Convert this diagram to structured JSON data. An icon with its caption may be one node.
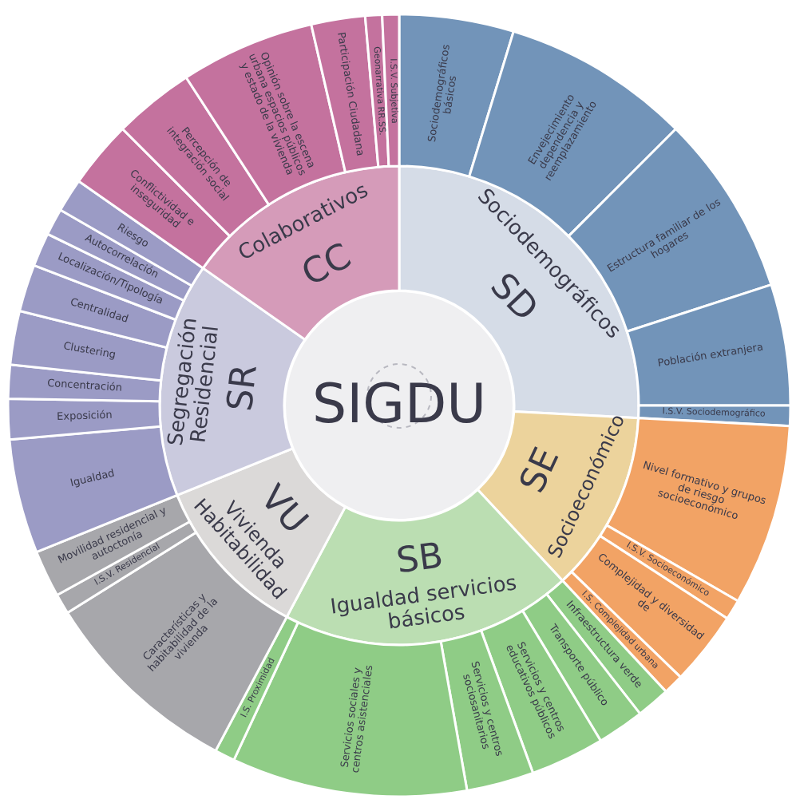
{
  "diagram": {
    "nodes": [
      {
        "text": [
          "SIGDU"
        ]
      },
      {
        "text": [
          "SD",
          "Sociodemográficos"
        ]
      },
      {
        "text": [
          "Sociodemográficos básicos"
        ]
      },
      {
        "text": [
          "Envejecimiento dependencia y reemplazamiento"
        ]
      },
      {
        "text": [
          "Estructura familiar de los hogares"
        ]
      },
      {
        "text": [
          "Población extranjera"
        ]
      },
      {
        "text": [
          "I.S.V. Sociodemográfico"
        ]
      },
      {
        "text": [
          "SE",
          "Socioeconómico"
        ]
      },
      {
        "text": [
          "Nivel formativo y grupos de riesgo socioeconómico"
        ]
      },
      {
        "text": [
          "I.S.V. Socioeconómico"
        ]
      },
      {
        "text": [
          "Complejidad y diversidad de"
        ]
      },
      {
        "text": [
          "I.S. Complejidad urbana"
        ]
      },
      {
        "text": [
          "SB",
          "Igualdad servicios básicos"
        ]
      },
      {
        "text": [
          "Infraestructura verde"
        ]
      },
      {
        "text": [
          "Transporte público"
        ]
      },
      {
        "text": [
          "Servicios y centros educativos públicos"
        ]
      },
      {
        "text": [
          "Servicios y centros sociosanitarios"
        ]
      },
      {
        "text": [
          "Servicios sociales y centros asistenciales"
        ]
      },
      {
        "text": [
          "I.S. Proximidad"
        ]
      },
      {
        "text": [
          "VU",
          "Vivienda Habitabilidad"
        ]
      },
      {
        "text": [
          "Características y habitabilidad de la vivienda"
        ]
      },
      {
        "text": [
          "I.S.V. Residencial"
        ]
      },
      {
        "text": [
          "Movilidad residencial y autoctonía"
        ]
      },
      {
        "text": [
          "SR",
          "Segregación Residencial"
        ]
      },
      {
        "text": [
          "Igualdad"
        ]
      },
      {
        "text": [
          "Exposición"
        ]
      },
      {
        "text": [
          "Concentración"
        ]
      },
      {
        "text": [
          "Clustering"
        ]
      },
      {
        "text": [
          "Centralidad"
        ]
      },
      {
        "text": [
          "Localización/Tipología"
        ]
      },
      {
        "text": [
          "Autocorrelación"
        ]
      },
      {
        "text": [
          "Riesgo"
        ]
      },
      {
        "text": [
          "CC",
          "Colaborativos"
        ]
      },
      {
        "text": [
          "Conflictividad e inseguridad"
        ]
      },
      {
        "text": [
          "Percepción de integración social"
        ]
      },
      {
        "text": [
          "Opinión sobre la escena urbana espacios públicos y estado de la vivienda"
        ]
      },
      {
        "text": [
          "Participación Ciudadana"
        ]
      },
      {
        "text": [
          "Geonarrativa RR.SS."
        ]
      },
      {
        "text": [
          "I.S.V. Subjetiva"
        ]
      }
    ]
  }
}
